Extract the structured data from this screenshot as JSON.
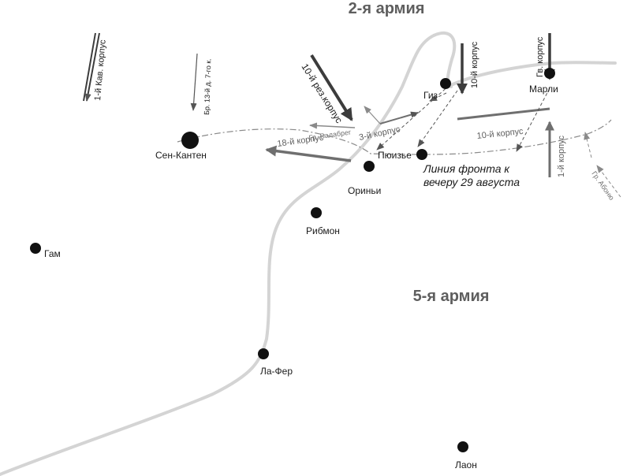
{
  "armies": {
    "second": "2-я армия",
    "fifth": "5-я армия"
  },
  "front_line_label": {
    "line1": "Линия фронта к",
    "line2": "вечеру 29 августа"
  },
  "towns": {
    "saint_quentin": "Сен-Кантен",
    "guise": "Гиз",
    "marle": "Марли",
    "origny": "Ориньи",
    "puisieux": "Пюизье",
    "ribemont": "Рибмон",
    "ham": "Гам",
    "la_fere": "Ла-Фер",
    "laon": "Лаон"
  },
  "units": {
    "cav_corps_1": "1-й Кав. корпус",
    "brigade_13": "Бр. 13-й д. 7-го к.",
    "res_corps_10": "10-й рез.корпус",
    "corps_10_top": "10-й корпус",
    "guard_corps": "Гв. корпус",
    "corps_3": "3-й корпус",
    "valabreg_group": "Гр. Валабрег",
    "corps_18": "18-й корпус",
    "corps_10_mid": "10-й корпус",
    "corps_1": "1-й корпус",
    "abonneau_group": "Гр. Абоню"
  },
  "colors": {
    "river": "#d4d4d4",
    "arrow_dark": "#3c3c3c",
    "arrow_medium": "#6f6f6f",
    "arrow_light": "#8a8a8a",
    "text": "#1a1a1a",
    "army_label": "#5e5e5e"
  }
}
